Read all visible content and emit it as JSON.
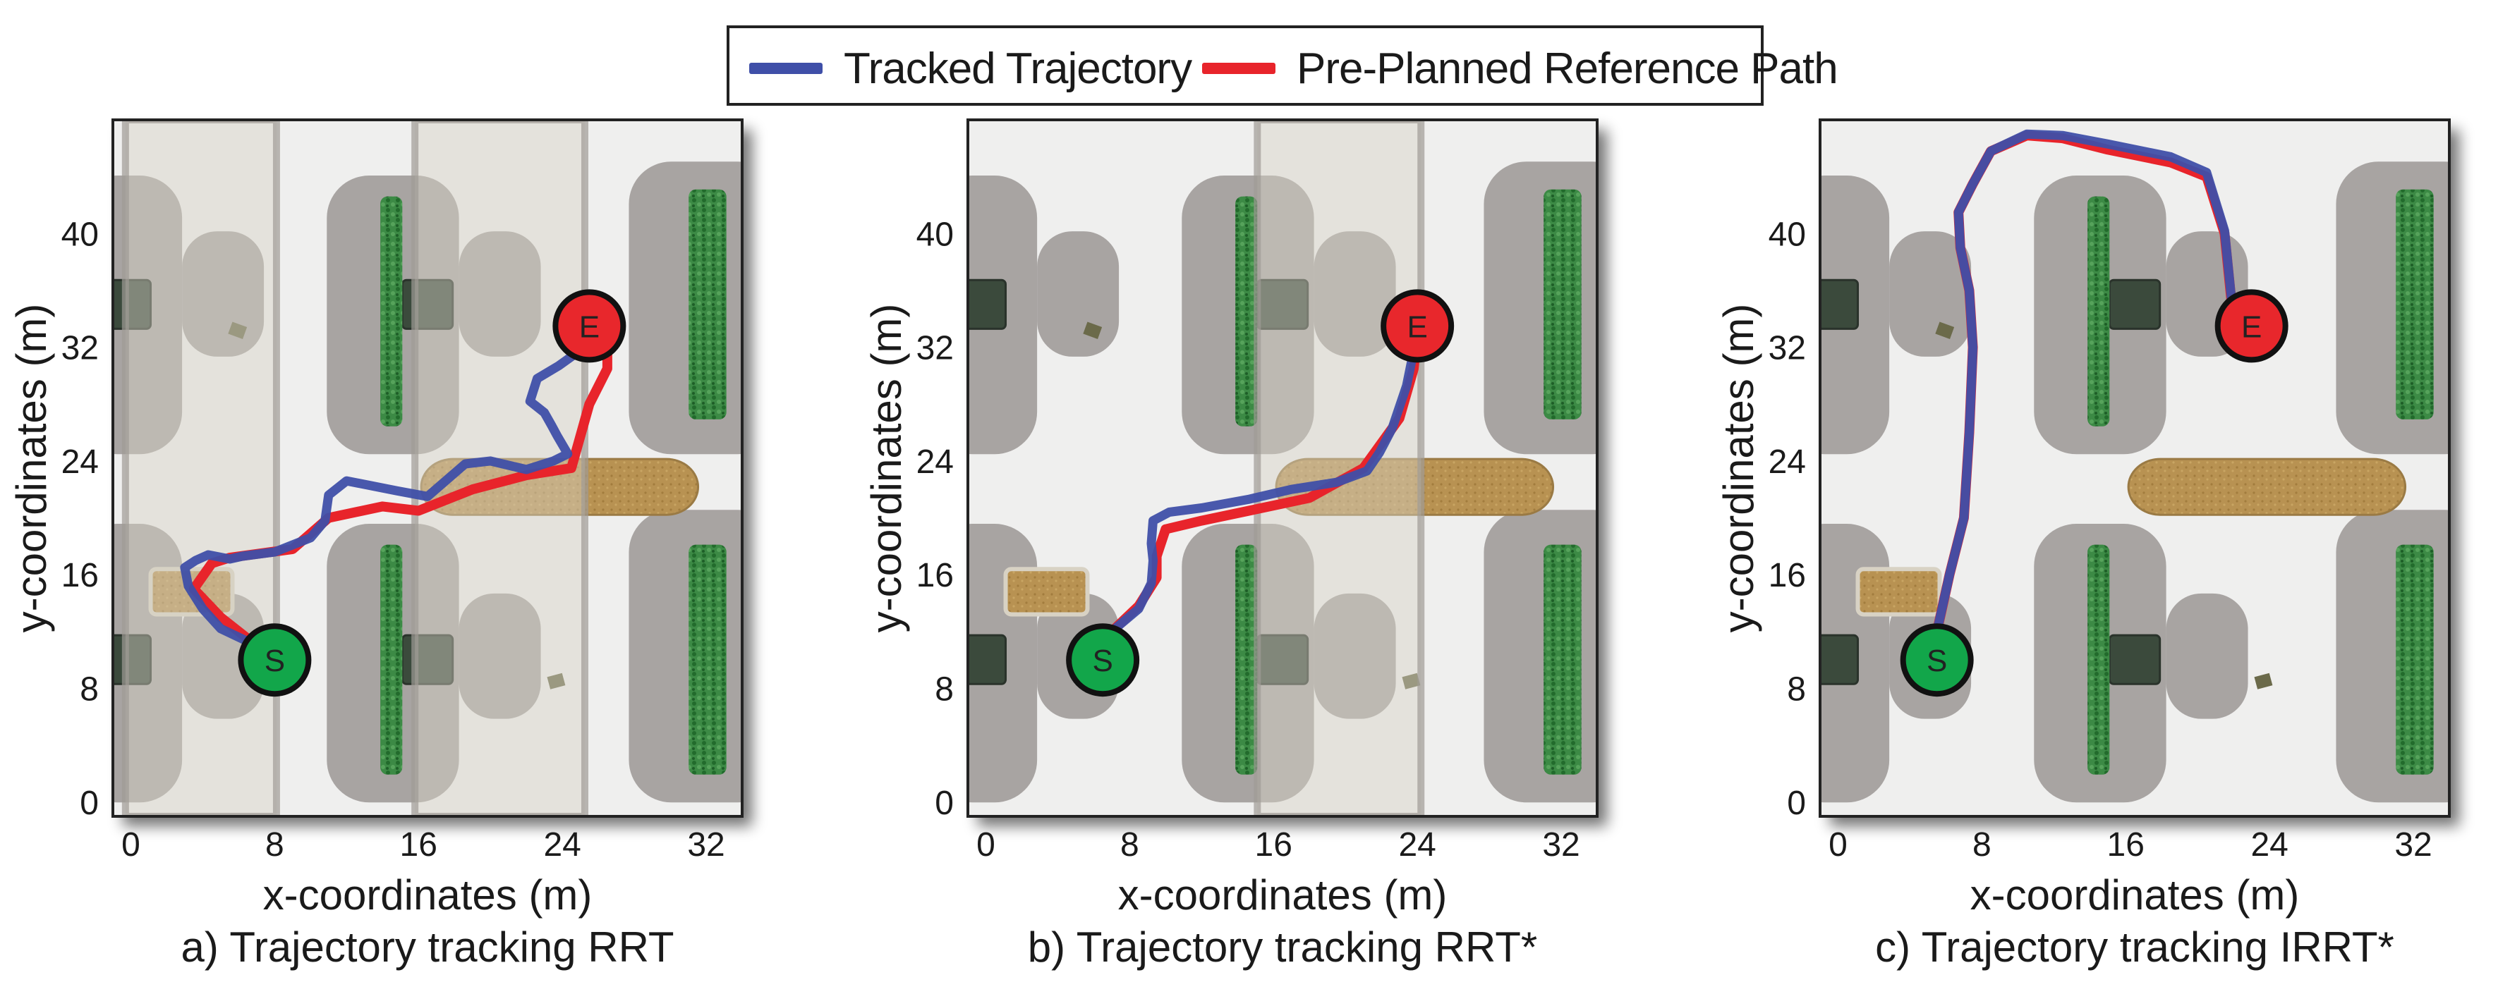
{
  "legend": {
    "tracked_label": "Tracked Trajectory",
    "reference_label": "Pre-Planned Reference Path"
  },
  "colors": {
    "tracked": "#3f4fa8",
    "reference": "#e8242b",
    "start_marker": "#12a64a",
    "end_marker": "#e8272c",
    "tree_green": "#2f7d3a",
    "building_gray": "#a8a4a2",
    "ground": "#efefee",
    "dirt": "#b58d4e"
  },
  "chart_data": [
    {
      "type": "line",
      "title": "a) Trajectory tracking RRT",
      "xlabel": "x-coordinates (m)",
      "ylabel": "y-coordinates (m)",
      "xlim": [
        -1,
        34
      ],
      "ylim": [
        -1,
        48
      ],
      "xticks": [
        0,
        8,
        16,
        24,
        32
      ],
      "yticks": [
        0,
        8,
        16,
        24,
        32,
        40
      ],
      "start": {
        "label": "S",
        "x": 8,
        "y": 10
      },
      "end": {
        "label": "E",
        "x": 25.5,
        "y": 33.5
      },
      "series": [
        {
          "key": "reference",
          "x": [
            7,
            5,
            3.5,
            4.5,
            5.5,
            9,
            11,
            14,
            16,
            19,
            22,
            24.5,
            25.5,
            26.5,
            26.5
          ],
          "y": [
            11,
            13,
            15,
            16.8,
            17.2,
            17.8,
            20,
            20.8,
            20.5,
            22,
            23,
            23.5,
            28,
            30.5,
            33.5
          ]
        },
        {
          "key": "tracked",
          "x": [
            7,
            5,
            4,
            3.2,
            3,
            3.6,
            4.3,
            5.5,
            6.2,
            8,
            10,
            10.8,
            11,
            12,
            14.8,
            16.5,
            18.6,
            20,
            22,
            23.5,
            24.3,
            23.7,
            23.4,
            23,
            22.2,
            22.6,
            23.8,
            24.9,
            25.2
          ],
          "y": [
            11,
            12.2,
            13.6,
            15.2,
            16.5,
            17,
            17.4,
            17.1,
            17.3,
            17.6,
            18.6,
            19.8,
            21.6,
            22.6,
            21.9,
            21.5,
            23.8,
            24,
            23.4,
            24,
            24.5,
            25.8,
            26.5,
            27.4,
            28.2,
            29.8,
            30.7,
            31.7,
            33
          ]
        }
      ]
    },
    {
      "type": "line",
      "title": "b) Trajectory tracking RRT*",
      "xlabel": "x-coordinates (m)",
      "ylabel": "y-coordinates (m)",
      "xlim": [
        -1,
        34
      ],
      "ylim": [
        -1,
        48
      ],
      "xticks": [
        0,
        8,
        16,
        24,
        32
      ],
      "yticks": [
        0,
        8,
        16,
        24,
        32,
        40
      ],
      "start": {
        "label": "S",
        "x": 6.5,
        "y": 10
      },
      "end": {
        "label": "E",
        "x": 24,
        "y": 33.5
      },
      "series": [
        {
          "key": "reference",
          "x": [
            7,
            8.5,
            9.5,
            9.5,
            10,
            12,
            15,
            18,
            21,
            23,
            23.8,
            24
          ],
          "y": [
            12,
            13.8,
            15.8,
            17.3,
            19.2,
            19.8,
            20.6,
            21.4,
            23.5,
            27,
            30.5,
            33
          ]
        },
        {
          "key": "tracked",
          "x": [
            7,
            8.5,
            9.2,
            9.3,
            9.2,
            9.3,
            10.2,
            12,
            14.6,
            17,
            19.5,
            21.2,
            21.9,
            22.6,
            23.4,
            24
          ],
          "y": [
            12,
            13.6,
            15.4,
            17,
            18.2,
            19.8,
            20.4,
            20.7,
            21.3,
            22,
            22.5,
            23.3,
            24.6,
            26.3,
            29.3,
            33
          ]
        }
      ]
    },
    {
      "type": "line",
      "title": "c) Trajectory tracking IRRT*",
      "xlabel": "x-coordinates (m)",
      "ylabel": "y-coordinates (m)",
      "xlim": [
        -1,
        34
      ],
      "ylim": [
        -1,
        48
      ],
      "xticks": [
        0,
        8,
        16,
        24,
        32
      ],
      "yticks": [
        0,
        8,
        16,
        24,
        32,
        40
      ],
      "start": {
        "label": "S",
        "x": 5.5,
        "y": 10
      },
      "end": {
        "label": "E",
        "x": 23,
        "y": 33.5
      },
      "series": [
        {
          "key": "reference",
          "x": [
            5.5,
            6.2,
            7,
            7.3,
            7.5,
            7.3,
            6.8,
            6.7,
            7.5,
            8.5,
            10.5,
            12.5,
            15,
            18.5,
            20.5,
            21.5,
            21.9
          ],
          "y": [
            12,
            16,
            20,
            26,
            32,
            36,
            39,
            41.5,
            43.5,
            45.8,
            46.9,
            46.7,
            45.9,
            45,
            44,
            40,
            35
          ]
        },
        {
          "key": "tracked",
          "x": [
            5.5,
            6.2,
            7,
            7.3,
            7.5,
            7.3,
            6.8,
            6.7,
            7.5,
            8.5,
            10.5,
            12.5,
            15,
            18.5,
            20.5,
            21.5,
            21.9
          ],
          "y": [
            12,
            16,
            20,
            26,
            32,
            36,
            39,
            41.5,
            43.5,
            45.8,
            47,
            46.9,
            46.3,
            45.4,
            44.3,
            40.2,
            35.2
          ]
        }
      ]
    }
  ]
}
